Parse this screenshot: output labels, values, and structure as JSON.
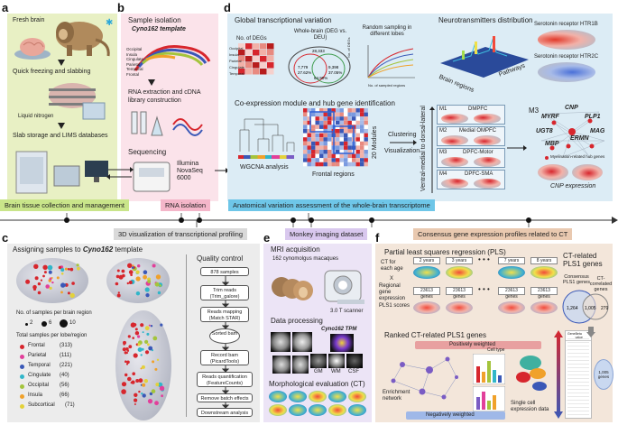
{
  "panels": {
    "a": {
      "letter": "a",
      "fresh_brain": "Fresh brain",
      "quick_freezing": "Quick freezing and slabbing",
      "liquid_nitrogen": "Liquid nitrogen",
      "slab_storage": "Slab storage and LIMS databases"
    },
    "b": {
      "letter": "b",
      "sample_isolation": "Sample isolation",
      "template": "Cyno162 template",
      "regions": [
        "Occipital",
        "Insula",
        "Cingulate",
        "Parietal",
        "Temporal",
        "Frontal"
      ],
      "rna_extraction": "RNA extraction and cDNA library construction",
      "sequencing": "Sequencing",
      "platform": "Illumina NovaSeq 6000"
    },
    "d": {
      "letter": "d",
      "global_title": "Global transcriptional variation",
      "no_degs": "No. of DEGs",
      "heatmap_rows": [
        "Occipital",
        "Insula",
        "Parietal",
        "Cingulate",
        "Temporal"
      ],
      "whole_brain": "Whole-brain (DEG vs. DEU)",
      "venn_values": [
        "7,779",
        "9,398",
        "28,333",
        "27.62%",
        "37.05%",
        "64.90%"
      ],
      "random_sampling": "Random sampling in different lobes",
      "no_sampled": "No. of sampled regions",
      "no_degs_axis": "No. of DEGs",
      "neuro_title": "Neurotransmitters distribution",
      "brain_regions": "Brain regions",
      "pathways": "Pathways",
      "serotonin_1b": "Serotonin receptor HTR1B",
      "serotonin_2c": "Serotonin receptor HTR2C",
      "coexp_title": "Co-expression module and hub gene identification",
      "wgcna": "WGCNA analysis",
      "frontal_regions": "Frontal regions",
      "modules_20": "20 Modules",
      "clustering": "Clustering",
      "visualization": "Visualization",
      "axis_vert": "Ventral-medial to dorsal-lateral",
      "modules": [
        {
          "id": "M1",
          "name": "DMPFC"
        },
        {
          "id": "M2",
          "name": "Medial OMPFC"
        },
        {
          "id": "M3",
          "name": "DPFC-Motor"
        },
        {
          "id": "M4",
          "name": "DPFC-SMA"
        }
      ],
      "m3": "M3",
      "hub_genes": [
        "CNP",
        "MYRF",
        "PLP1",
        "UGT8",
        "MAG",
        "MBP",
        "ERMN"
      ],
      "myelination_legend": "Myelination-related hub genes",
      "cnp_expression": "CNP expression"
    },
    "c": {
      "letter": "c",
      "title_prefix": "Assigning samples to ",
      "title_template": "Cyno162",
      "title_suffix": " template",
      "no_samples": "No. of samples per brain region",
      "size_legend": [
        "2",
        "6",
        "10"
      ],
      "total_samples": "Total samples per lobe/region",
      "lobes": [
        {
          "name": "Frontal",
          "count": "(313)",
          "color": "#d7262d"
        },
        {
          "name": "Parietal",
          "count": "(111)",
          "color": "#e23f9a"
        },
        {
          "name": "Temporal",
          "count": "(221)",
          "color": "#3a58b7"
        },
        {
          "name": "Cingulate",
          "count": "(40)",
          "color": "#31b6c9"
        },
        {
          "name": "Occipital",
          "count": "(56)",
          "color": "#a4c43c"
        },
        {
          "name": "Insula",
          "count": "(66)",
          "color": "#f0a12a"
        },
        {
          "name": "Subcortical",
          "count": "(71)",
          "color": "#e3d13a"
        }
      ],
      "qc_title": "Quality control",
      "qc_steps": [
        "878 samples",
        "Trim reads (Trim_galore)",
        "Reads mapping (Match STAR)",
        "Sorted bam",
        "Record bam (PicardTools)",
        "Reads quantification (FeatureCounts)",
        "Remove batch effects",
        "Downstream analysis"
      ]
    },
    "e": {
      "letter": "e",
      "mri_acq": "MRI acquisition",
      "macaques": "162 cynomolgus macaques",
      "scanner": "3.0 T scanner",
      "processing": "Data processing",
      "tpm": "Cyno162 TPM",
      "tissues": [
        "GM",
        "WM",
        "CSF"
      ],
      "morph": "Morphological evaluation (CT)"
    },
    "f": {
      "letter": "f",
      "pls_title": "Partial least squares regression (PLS)",
      "ct_each_age": "CT for each age",
      "x_label": "X",
      "regional_gene": "Regional gene expression",
      "pls1_scores": "PLS1 scores",
      "ages": [
        "2 years",
        "3 years",
        "7 years",
        "8 years"
      ],
      "gene_count": "23613 genes",
      "ct_related_title": "CT-related PLS1 genes",
      "consensus": "Consensus PLS1 genes",
      "ct_correlated": "CT-correlated genes",
      "venn": [
        "1,264",
        "1,005",
        "279"
      ],
      "ranked_title": "Ranked  CT-related PLS1 genes",
      "positive": "Positively weighted",
      "negative": "Negatively weighted",
      "enrichment": "Enrichment network",
      "single_cell": "Single cell expression data",
      "genes_1005": "1,005 genes",
      "cell_type": "Cell type",
      "gene_col": "Gene",
      "weight_col": "Beta value"
    }
  },
  "timeline": {
    "top_labels": [
      {
        "text": "Brain tissue collection and management",
        "color": "#c9e58a"
      },
      {
        "text": "RNA isolation",
        "color": "#f4b6c9"
      },
      {
        "text": "Anatomical variation assessment of the whole-brain transcriptome",
        "color": "#6ec6e8"
      }
    ],
    "bottom_labels": [
      {
        "text": "3D visualization of transcriptional profiling",
        "color": "#d9d9d9"
      },
      {
        "text": "Monkey imaging dataset",
        "color": "#d9c8ee"
      },
      {
        "text": "Consensus gene expression profiles related to CT",
        "color": "#e9c9b0"
      }
    ]
  },
  "colors": {
    "panel_a": "#e8f0c4",
    "panel_b": "#fbe3ea",
    "panel_d": "#dcecf5",
    "panel_c": "#ececec",
    "panel_e": "#ece4f6",
    "panel_f": "#f3e6da"
  }
}
